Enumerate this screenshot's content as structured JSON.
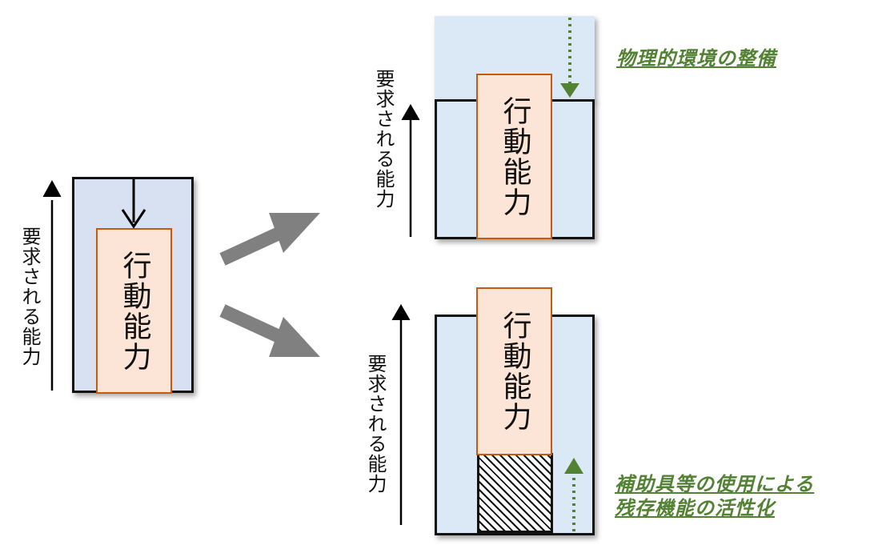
{
  "required_ability_label": "要求される能力",
  "ability_label": "行動能力",
  "annotations": {
    "environment": "物理的環境の整備",
    "assistive_line1": "補助具等の使用による",
    "assistive_line2": "残存機能の活性化"
  },
  "colors": {
    "left_box_fill": "#d8e1f1",
    "right_box_fill": "#dbe8f5",
    "ability_fill": "#fce4d6",
    "ability_border": "#c55a11",
    "annotation_green": "#548235",
    "transition_arrow": "#808080"
  }
}
